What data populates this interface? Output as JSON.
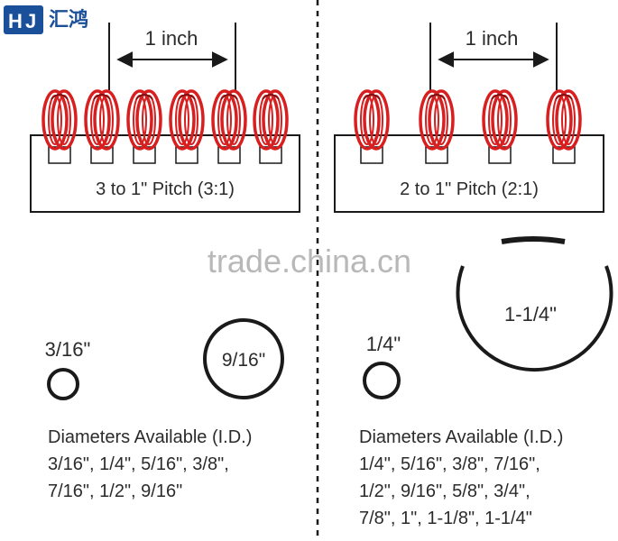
{
  "logo": {
    "glyphs": "汇鸿",
    "color": "#1a4f9a"
  },
  "watermark": "trade.china.cn",
  "left": {
    "measure_label": "1 inch",
    "pitch_label": "3 to 1\" Pitch (3:1)",
    "small_size_label": "3/16\"",
    "large_size_label": "9/16\"",
    "diameters_heading": "Diameters Available (I.D.)",
    "diameters_lines": [
      "3/16\", 1/4\", 5/16\", 3/8\",",
      "7/16\", 1/2\", 9/16\""
    ]
  },
  "right": {
    "measure_label": "1 inch",
    "pitch_label": "2 to 1\" Pitch (2:1)",
    "small_size_label": "1/4\"",
    "large_size_label": "1-1/4\"",
    "diameters_heading": "Diameters Available (I.D.)",
    "diameters_lines": [
      "1/4\", 5/16\", 3/8\", 7/16\",",
      "1/2\", 9/16\", 5/8\", 3/4\",",
      "7/8\", 1\", 1-1/8\", 1-1/4\""
    ]
  },
  "colors": {
    "coil": "#d81e1e",
    "ink": "#1a1a1a",
    "watermark": "#b8b8b8"
  }
}
